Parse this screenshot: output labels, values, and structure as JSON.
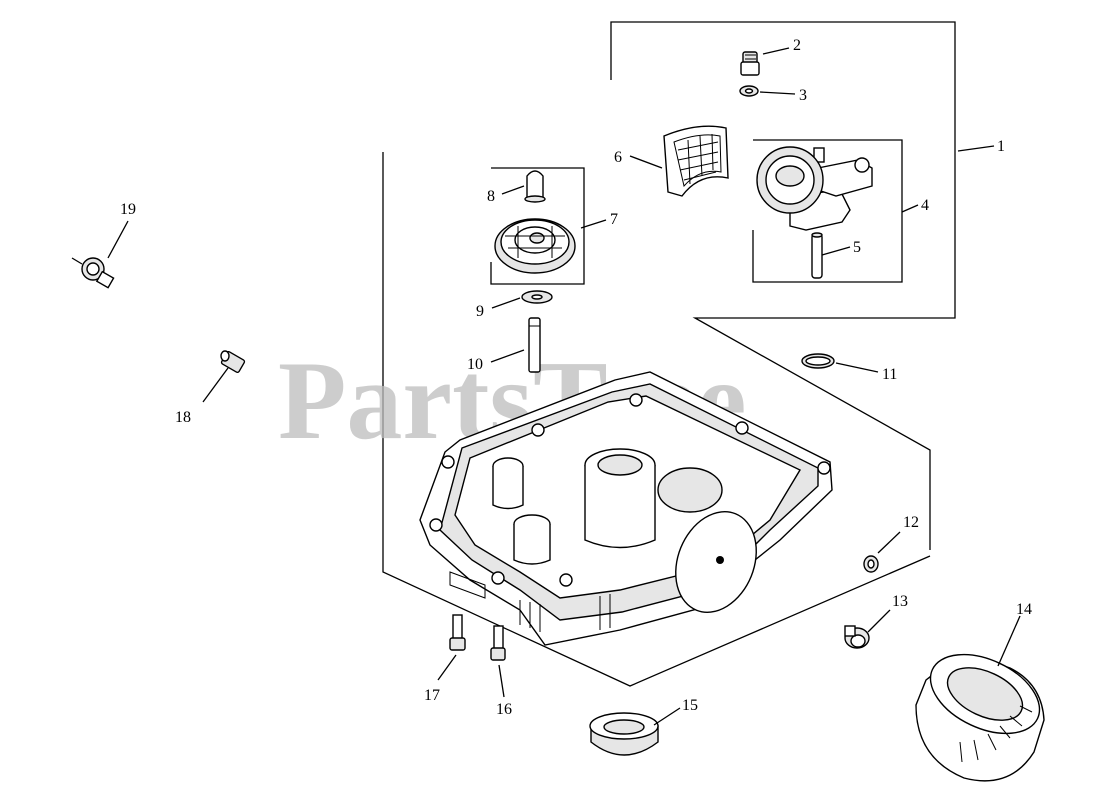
{
  "watermark": "PartsTree",
  "callouts": [
    {
      "id": "c1",
      "num": "1"
    },
    {
      "id": "c2",
      "num": "2"
    },
    {
      "id": "c3",
      "num": "3"
    },
    {
      "id": "c4",
      "num": "4"
    },
    {
      "id": "c5",
      "num": "5"
    },
    {
      "id": "c6",
      "num": "6"
    },
    {
      "id": "c7",
      "num": "7"
    },
    {
      "id": "c8",
      "num": "8"
    },
    {
      "id": "c9",
      "num": "9"
    },
    {
      "id": "c10",
      "num": "10"
    },
    {
      "id": "c11",
      "num": "11"
    },
    {
      "id": "c12",
      "num": "12"
    },
    {
      "id": "c13",
      "num": "13"
    },
    {
      "id": "c14",
      "num": "14"
    },
    {
      "id": "c15",
      "num": "15"
    },
    {
      "id": "c16",
      "num": "16"
    },
    {
      "id": "c17",
      "num": "17"
    },
    {
      "id": "c18",
      "num": "18"
    },
    {
      "id": "c19",
      "num": "19"
    }
  ]
}
